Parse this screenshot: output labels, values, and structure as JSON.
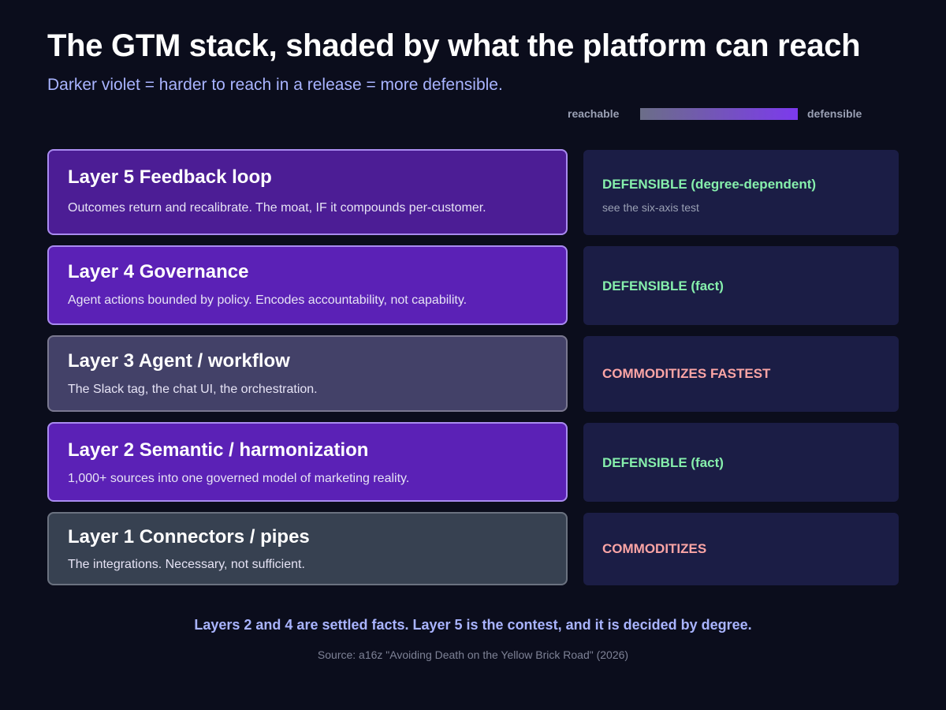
{
  "title": "The GTM stack, shaded by what the platform can reach",
  "subtitle": "Darker violet = harder to reach in a release = more defensible.",
  "legend": {
    "left_label": "reachable",
    "right_label": "defensible",
    "gradient_start_color": "#6b6e88",
    "gradient_end_color": "#7c3aed"
  },
  "layers": [
    {
      "name": "Layer 5 Feedback loop",
      "description": "Outcomes return and recalibrate. The moat, IF it compounds per-customer.",
      "fill_color": "#4c1d95",
      "verdict": "DEFENSIBLE (degree-dependent)",
      "verdict_color": "#86efac",
      "note": "see the six-axis test"
    },
    {
      "name": "Layer 4 Governance",
      "description": "Agent actions bounded by policy. Encodes accountability, not capability.",
      "fill_color": "#5b21b6",
      "verdict": "DEFENSIBLE (fact)",
      "verdict_color": "#86efac",
      "note": ""
    },
    {
      "name": "Layer 3 Agent / workflow",
      "description": "The Slack tag, the chat UI, the orchestration.",
      "fill_color": "#434168",
      "verdict": "COMMODITIZES FASTEST",
      "verdict_color": "#fca5a5",
      "note": ""
    },
    {
      "name": "Layer 2 Semantic / harmonization",
      "description": "1,000+ sources into one governed model of marketing reality.",
      "fill_color": "#5b21b6",
      "verdict": "DEFENSIBLE (fact)",
      "verdict_color": "#86efac",
      "note": ""
    },
    {
      "name": "Layer 1 Connectors / pipes",
      "description": "The integrations. Necessary, not sufficient.",
      "fill_color": "#374151",
      "verdict": "COMMODITIZES",
      "verdict_color": "#fca5a5",
      "note": ""
    }
  ],
  "footer": {
    "summary": "Layers 2 and 4 are settled facts. Layer 5 is the contest, and it is decided by degree.",
    "source": "Source: a16z \"Avoiding Death on the Yellow Brick Road\" (2026)"
  }
}
